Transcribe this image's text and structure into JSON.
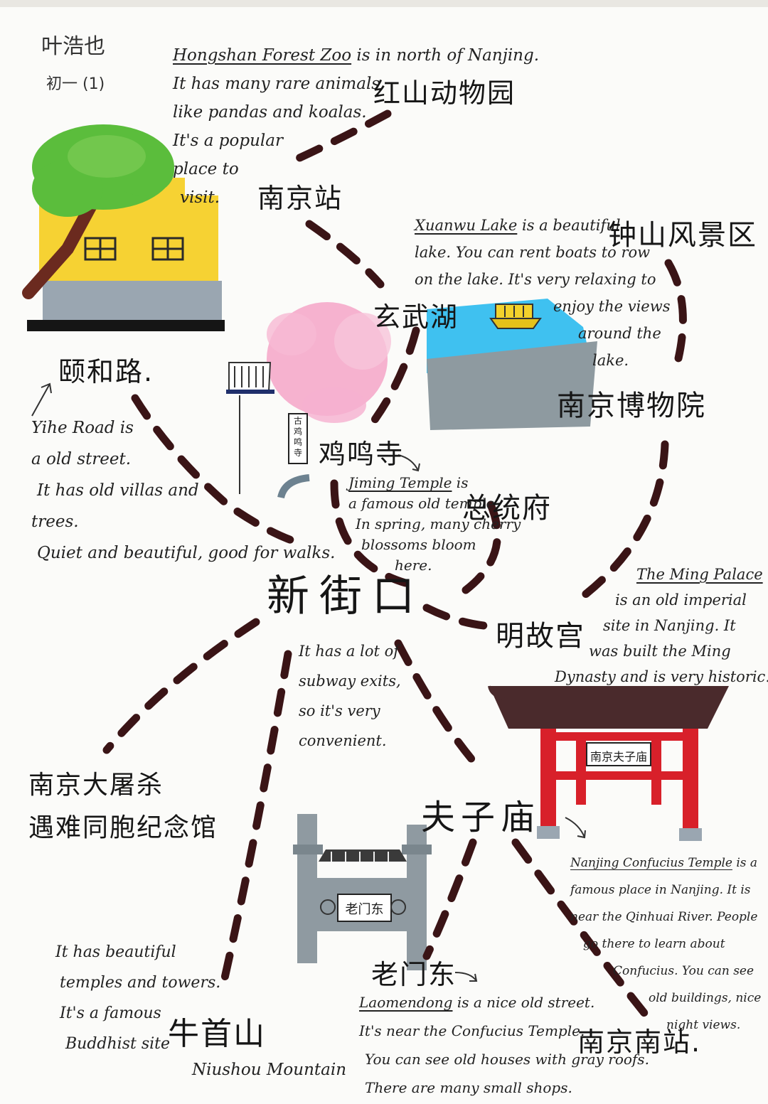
{
  "colors": {
    "route": "#3a1416",
    "tree": "#5bbd3c",
    "house": "#f6d233",
    "wall": "#9aa6b1",
    "lake": "#3fc1f0",
    "blossom": "#f4a4c8",
    "gate_red": "#d8202a",
    "roof": "#4a2a2c",
    "stone": "#8f9aa1"
  },
  "author": {
    "name": "叶浩也",
    "class": "初一 (1)"
  },
  "center": {
    "label": "新街口"
  },
  "places": {
    "hongshan": {
      "name": "红山动物园",
      "desc": [
        {
          "pre": "",
          "u": "Hongshan Forest Zoo",
          "post": " is in north of Nanjing."
        },
        "It has many rare animals",
        "like pandas and koalas.",
        "It's a popular",
        "place to",
        "visit."
      ]
    },
    "nanjing_station": {
      "name": "南京站"
    },
    "xuanwu": {
      "name": "玄武湖",
      "desc": [
        {
          "pre": "",
          "u": "Xuanwu Lake",
          "post": " is a beautiful"
        },
        "lake. You can rent boats to row",
        "on the lake. It's very relaxing to",
        "enjoy the views",
        "around the",
        "lake."
      ]
    },
    "zhongshan": {
      "name": "钟山风景区"
    },
    "museum": {
      "name": "南京博物院"
    },
    "yihe": {
      "name": "颐和路.",
      "desc": [
        "Yihe Road is",
        "a old street.",
        "It has old villas and",
        "trees.",
        "Quiet and beautiful, good for walks."
      ]
    },
    "jiming": {
      "name": "鸡鸣寺",
      "sign": "古鸡鸣寺",
      "desc": [
        {
          "pre": "",
          "u": "Jiming Temple",
          "post": " is"
        },
        "a famous old temple.",
        "In spring, many cherry",
        "blossoms bloom",
        "here."
      ]
    },
    "zongtongfu": {
      "name": "总统府"
    },
    "ming_palace": {
      "name": "明故宫",
      "desc": [
        {
          "pre": "",
          "u": "The Ming Palace",
          "post": ""
        },
        "is an old imperial",
        "site in Nanjing. It",
        "was built the Ming",
        "Dynasty and is very historic."
      ]
    },
    "xinjiekou": {
      "desc": [
        "It has a lot of",
        "subway exits,",
        "so it's very",
        "convenient."
      ]
    },
    "memorial": {
      "name_line1": "南京大屠杀",
      "name_line2": "遇难同胞纪念馆"
    },
    "fuzimiao": {
      "name": "夫子庙",
      "gate_sign": "南京夫子庙",
      "desc": [
        {
          "pre": "",
          "u": "Nanjing Confucius Temple",
          "post": " is a"
        },
        "famous place in Nanjing. It is",
        "near the Qinhuai River. People",
        "go there to learn about",
        "Confucius. You can see",
        "old buildings, nice",
        "night views."
      ]
    },
    "laomendong": {
      "name": "老门东",
      "gate_sign": "老门东",
      "desc": [
        {
          "pre": "",
          "u": "Laomendong",
          "post": " is a nice old street."
        },
        "It's near the Confucius Temple.",
        "You can see old houses with gray roofs.",
        "There are many small shops."
      ]
    },
    "niushou": {
      "name": "牛首山",
      "en": "Niushou Mountain",
      "desc": [
        "It has beautiful",
        "temples and towers.",
        "It's a famous",
        "Buddhist site"
      ]
    },
    "south_station": {
      "name": "南京南站."
    }
  }
}
